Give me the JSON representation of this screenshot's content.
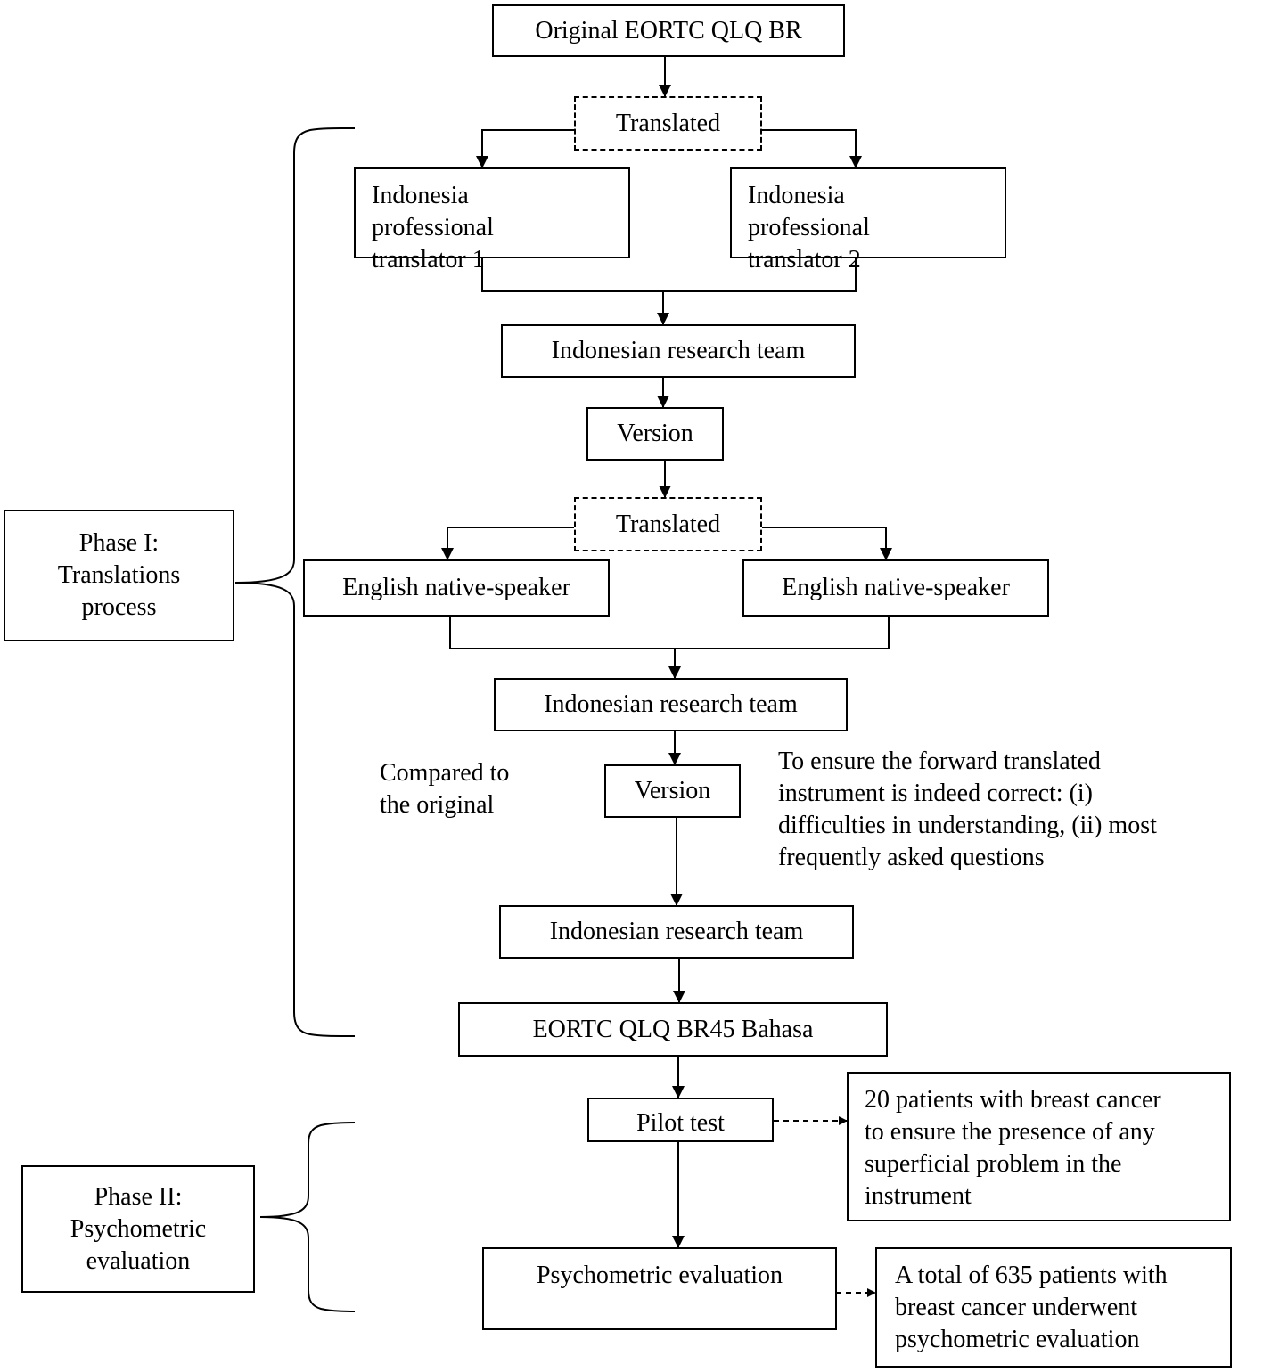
{
  "nodes": {
    "original": "Original EORTC QLQ BR",
    "translated_1": "Translated",
    "prof_left": "Indonesia\nprofessional\ntranslator 1",
    "prof_right": "Indonesia\nprofessional\ntranslator 2",
    "team_1": "Indonesian research team",
    "version_1": "Version",
    "translated_2": "Translated",
    "english_left": "English native-speaker",
    "english_right": "English native-speaker",
    "team_2": "Indonesian research team",
    "version_2": "Version",
    "team_3": "Indonesian research team",
    "bahasa": "EORTC QLQ BR45 Bahasa",
    "pilot": "Pilot test",
    "pilot_note": "20 patients with breast cancer\nto ensure the presence of any\nsuperficial problem in the\ninstrument",
    "psychometric": "Psychometric evaluation",
    "psychometric_note": "A total of 635 patients with\nbreast cancer underwent\npsychometric evaluation"
  },
  "annotations": {
    "compared": "Compared to\nthe original",
    "ensure": "To ensure the forward translated\ninstrument is indeed correct: (i)\ndifficulties in understanding, (ii) most\nfrequently asked questions"
  },
  "phases": {
    "phase1": "Phase I:\nTranslations\nprocess",
    "phase2": "Phase II:\nPsychometric\nevaluation"
  }
}
